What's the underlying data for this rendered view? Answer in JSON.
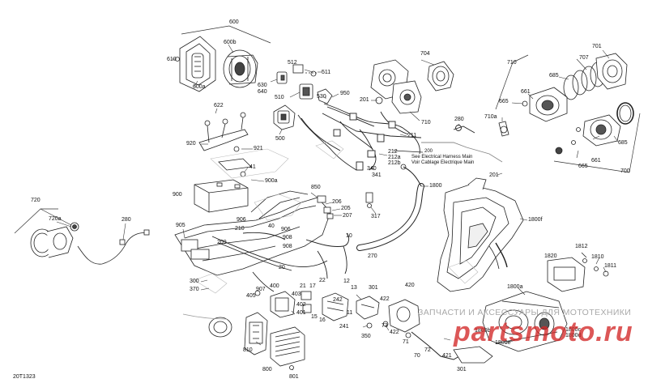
{
  "document_id": "20T1323",
  "watermark": {
    "text": "ЗАПЧАСТИ И АКСЕССУАРЫ ДЛЯ МОТОТЕХНИКИ",
    "logo": "partsmoto.ru",
    "color": "#d22828"
  },
  "notes": {
    "harness": {
      "number": "200",
      "line1": "See Electrical Harness Main",
      "line2": "Voir Cablage Electrique Main"
    }
  },
  "part_labels": {
    "p600": "600",
    "p600b": "600b",
    "p610": "610",
    "p600a": "600a",
    "p512": "512",
    "p511": "511",
    "p630": "630",
    "p640": "640",
    "p510": "510",
    "p530": "530",
    "p950": "950",
    "p500": "500",
    "p704": "704",
    "p201a": "201",
    "p710b": "710",
    "p211": "211",
    "p280a": "280",
    "p212": "212",
    "p212a": "212a",
    "p212b": "212b",
    "p340": "340",
    "p341": "341",
    "p201b": "201",
    "p701": "701",
    "p710": "710",
    "p707": "707",
    "p685a": "685",
    "p661a": "661",
    "p665a": "665",
    "p710a": "710a",
    "p685b": "685",
    "p661b": "661",
    "p665b": "665",
    "p700": "700",
    "p622": "622",
    "p920": "920",
    "p921": "921",
    "p41": "41",
    "p900a": "900a",
    "p900": "900",
    "p850": "850",
    "p206": "206",
    "p205": "205",
    "p207": "207",
    "p1800": "1800",
    "p317": "317",
    "p1800f": "1800f",
    "p720": "720",
    "p720a": "720a",
    "p280b": "280",
    "p905": "905",
    "p906a": "906",
    "p40": "40",
    "p210": "210",
    "p906b": "906",
    "p908a": "908",
    "p209": "209",
    "p908b": "908",
    "p10": "10",
    "p270": "270",
    "p20": "20",
    "p300": "300",
    "p370": "370",
    "p907": "907",
    "p400": "400",
    "p21": "21",
    "p17": "17",
    "p22": "22",
    "p405": "405",
    "p403": "403",
    "p402": "402",
    "p401": "401",
    "p12": "12",
    "p13": "13",
    "p242": "242",
    "p11": "11",
    "p15": "15",
    "p16": "16",
    "p241": "241",
    "p810": "810",
    "p800": "800",
    "p801": "801",
    "p420": "420",
    "p422a": "422",
    "p73": "73",
    "p422b": "422",
    "p71": "71",
    "p72": "72",
    "p70": "70",
    "p421": "421",
    "p350": "350",
    "p301a": "301",
    "p301b": "301",
    "p1820": "1820",
    "p1812": "1812",
    "p1810": "1810",
    "p1811": "1811",
    "p1800a": "1800a",
    "p1800b": "1800b",
    "p1800e": "1800e",
    "p1800c": "1800c",
    "p1800d": "1800d"
  }
}
